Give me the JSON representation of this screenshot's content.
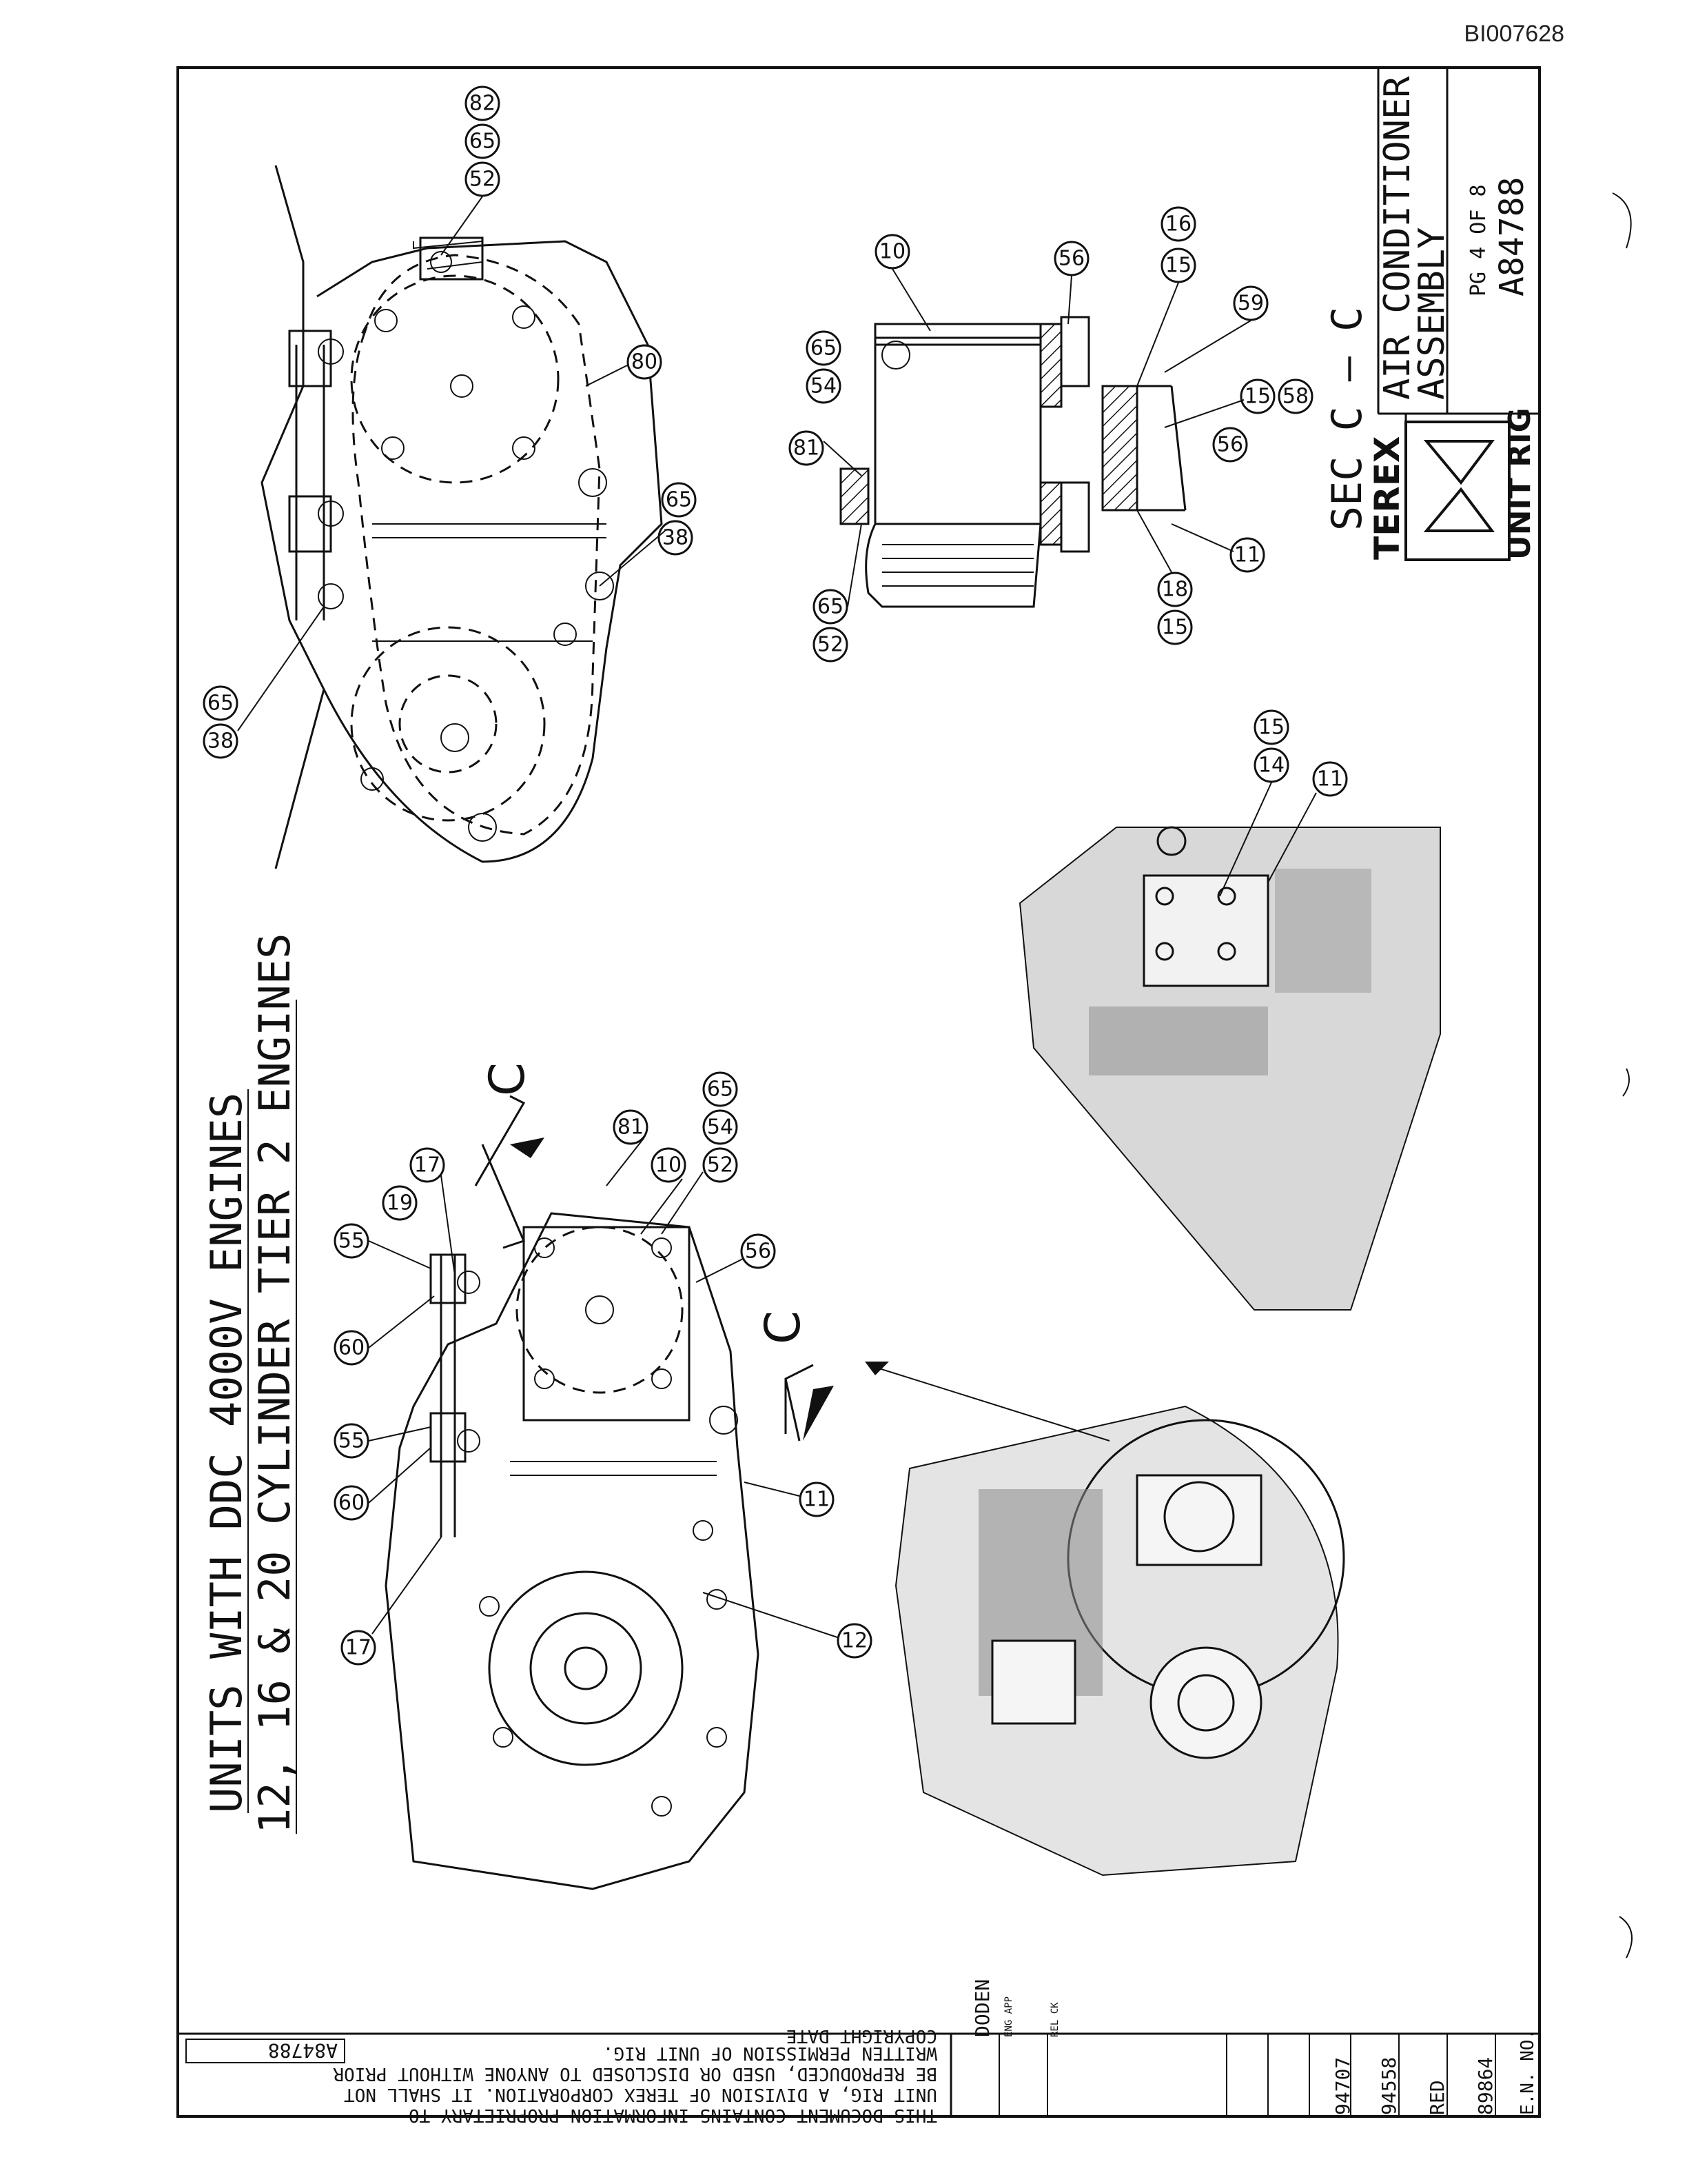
{
  "doc_id": "BI007628",
  "title_block": {
    "title_line1": "AIR CONDITIONER",
    "title_line2": "ASSEMBLY",
    "page": "PG 4 OF 8",
    "drawing_number": "A84788",
    "brand_terex": "TEREX",
    "brand_unit_rig": "UNIT RIG"
  },
  "section_label": "SEC C — C",
  "heading_line1": "UNITS WITH DDC 4000V ENGINES",
  "heading_line2": "12, 16 & 20 CYLINDER TIER 2 ENGINES",
  "section_marker": "C",
  "notice": {
    "line1": "THIS DOCUMENT CONTAINS INFORMATION PROPRIETARY TO",
    "line2": "UNIT RIG, A DIVISION OF TEREX CORPORATION. IT SHALL NOT",
    "line3": "BE REPRODUCED, USED OR DISCLOSED TO ANYONE WITHOUT PRIOR",
    "line4": "WRITTEN PERMISSION OF UNIT RIG.",
    "copyright": "COPYRIGHT DATE",
    "drawing_number": "A84788"
  },
  "revision_block": {
    "drawn_by": "DODEN",
    "eng_app": "ENG APP",
    "rel_ck": "REL CK",
    "rows": [
      "94707",
      "94558",
      "RED",
      "89864"
    ],
    "en_no": "E.N. NO."
  },
  "callouts": {
    "top_view": [
      "82",
      "65",
      "52",
      "80",
      "38",
      "65",
      "38",
      "65"
    ],
    "section_view": [
      "10",
      "56",
      "15",
      "16",
      "59",
      "81",
      "54",
      "65",
      "15",
      "58",
      "56",
      "52",
      "65",
      "11",
      "15",
      "18"
    ],
    "detail_photo": [
      "14",
      "15",
      "11"
    ],
    "side_view": [
      "81",
      "10",
      "52",
      "54",
      "65",
      "17",
      "19",
      "55",
      "56",
      "60",
      "55",
      "60",
      "11",
      "17",
      "12"
    ]
  }
}
